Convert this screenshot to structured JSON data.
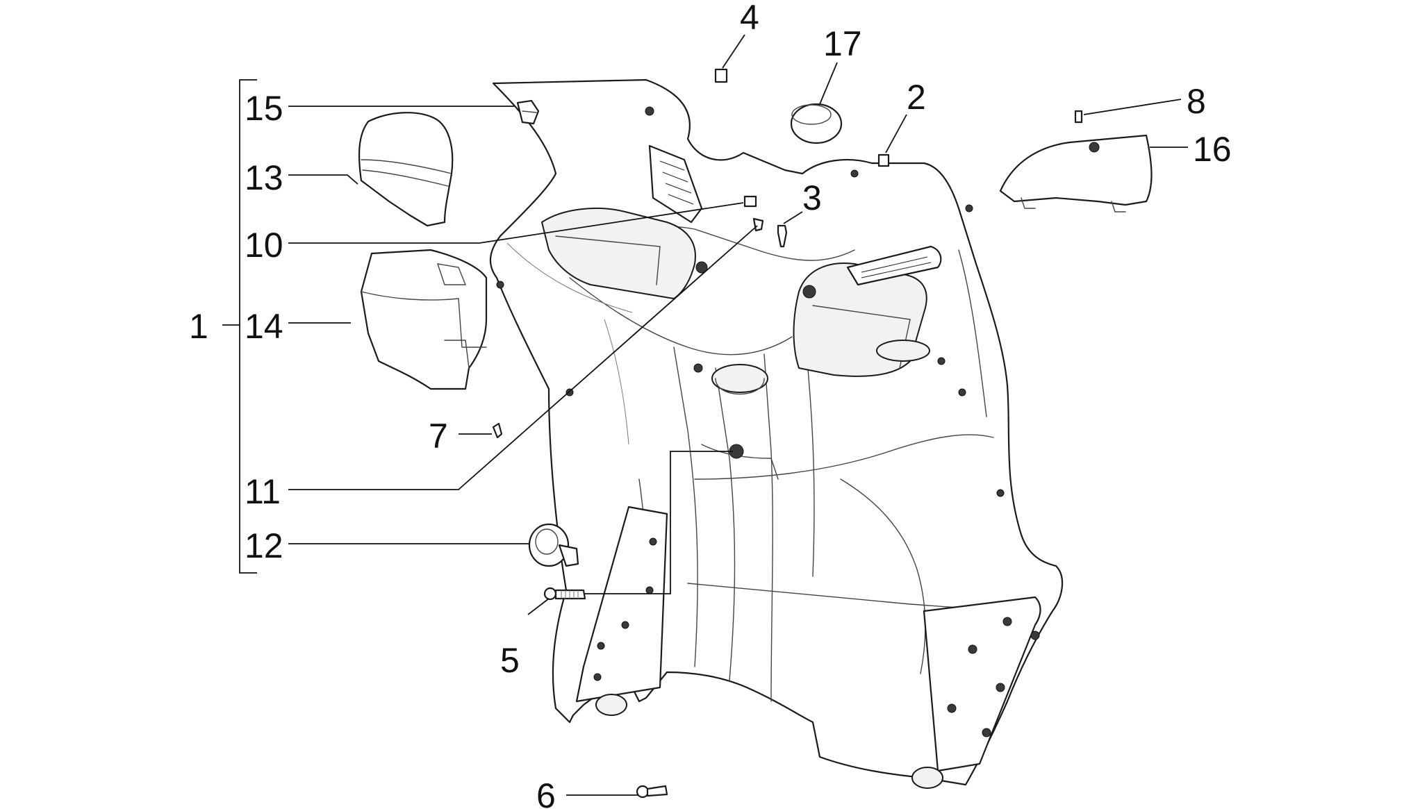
{
  "callouts": [
    {
      "id": "1",
      "label": "1"
    },
    {
      "id": "2",
      "label": "2"
    },
    {
      "id": "3",
      "label": "3"
    },
    {
      "id": "4",
      "label": "4"
    },
    {
      "id": "5",
      "label": "5"
    },
    {
      "id": "6",
      "label": "6"
    },
    {
      "id": "7",
      "label": "7"
    },
    {
      "id": "8",
      "label": "8"
    },
    {
      "id": "10",
      "label": "10"
    },
    {
      "id": "11",
      "label": "11"
    },
    {
      "id": "12",
      "label": "12"
    },
    {
      "id": "13",
      "label": "13"
    },
    {
      "id": "14",
      "label": "14"
    },
    {
      "id": "15",
      "label": "15"
    },
    {
      "id": "16",
      "label": "16"
    },
    {
      "id": "17",
      "label": "17"
    }
  ],
  "colors": {
    "line": "#1a1a1a",
    "background": "#ffffff"
  }
}
